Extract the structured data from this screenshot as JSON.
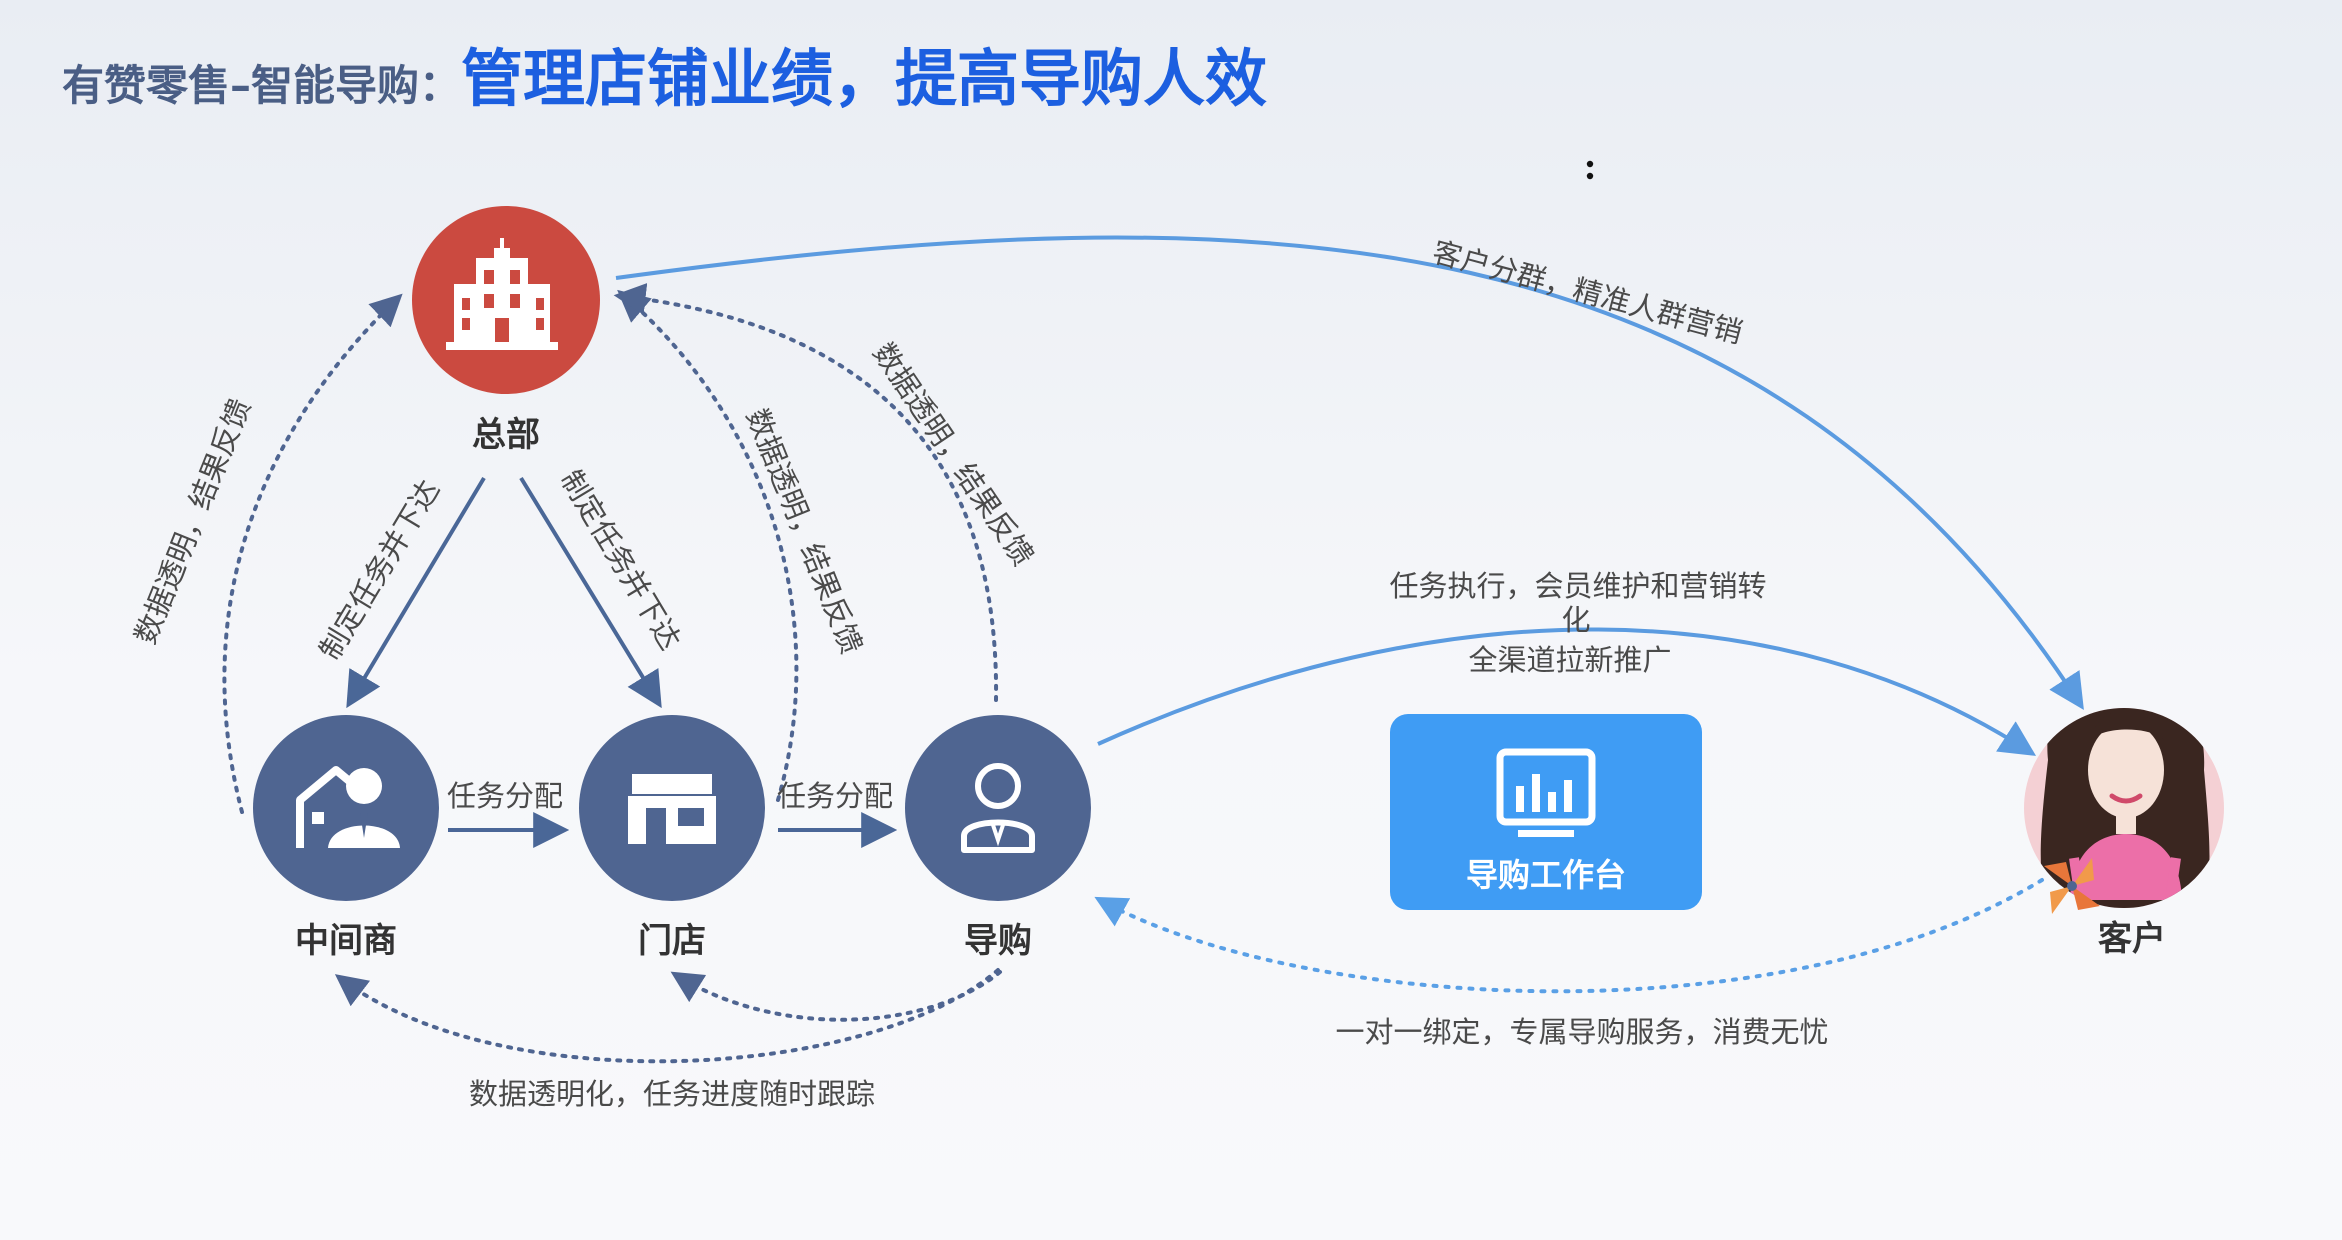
{
  "header": {
    "title_prefix": "有赞零售–智能导购：",
    "title_main": "管理店铺业绩，提高导购人效"
  },
  "colors": {
    "hq_circle": "#cb4a40",
    "node_circle": "#4f6591",
    "workbench_bg": "#3f9cf4",
    "solid_arrow": "#4a6797",
    "blue_arrow": "#5b9be0",
    "dotted": "#4f6591",
    "dotted_blue": "#5aa0e6"
  },
  "nodes": {
    "hq": "总部",
    "distributor": "中间商",
    "store": "门店",
    "guide": "导购",
    "customer": "客户"
  },
  "workbench": {
    "label": "导购工作台"
  },
  "edges": {
    "hq_to_distributor": "制定任务并下达",
    "hq_to_store": "制定任务并下达",
    "distributor_to_hq": "数据透明，结果反馈",
    "store_to_hq": "数据透明，结果反馈",
    "guide_to_hq": "数据透明，结果反馈",
    "distributor_to_store": "任务分配",
    "store_to_guide": "任务分配",
    "hq_to_customer": "客户分群，精准人群营销",
    "guide_to_customer_line1": "任务执行，会员维护和营销转",
    "guide_to_customer_line2": "化",
    "guide_to_customer_line3": "全渠道拉新推广",
    "customer_to_guide": "一对一绑定，专属导购服务，消费无忧",
    "bottom_feedback": "数据透明化，任务进度随时跟踪"
  }
}
